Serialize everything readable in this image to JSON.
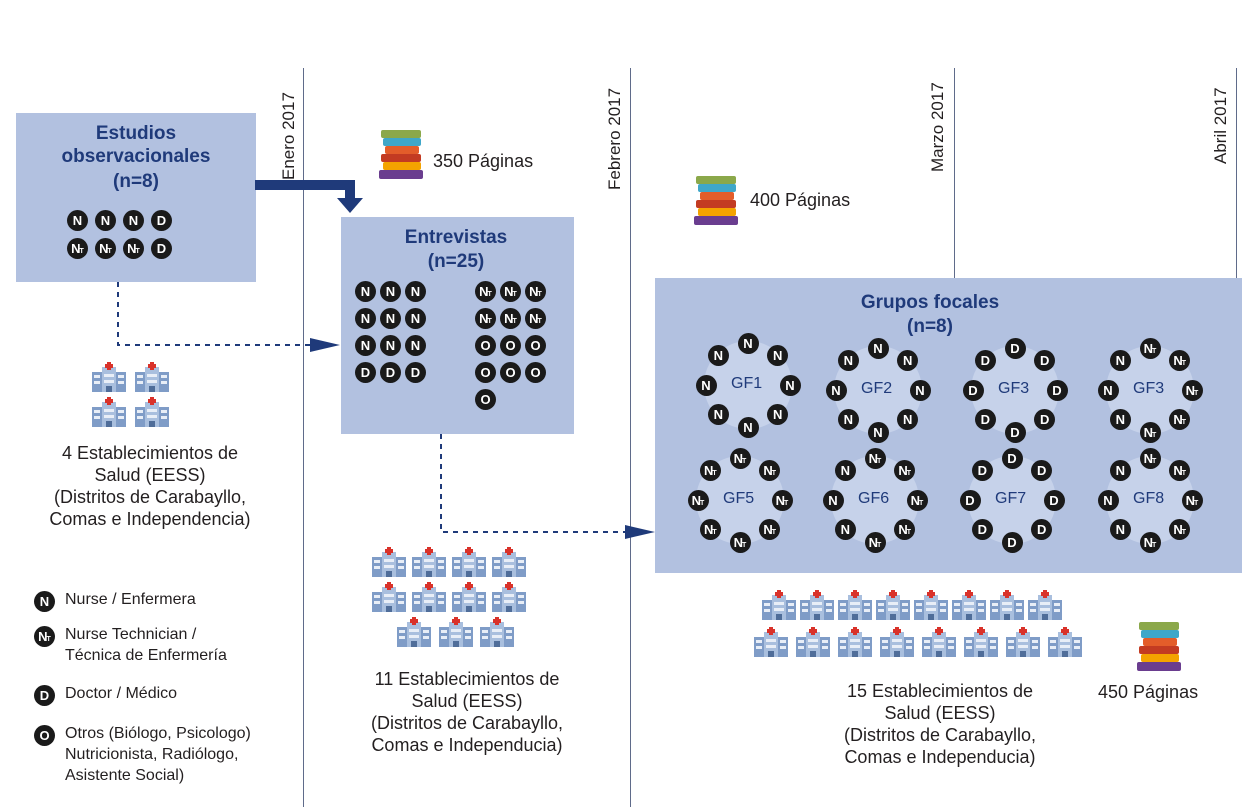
{
  "months": [
    "Enero 2017",
    "Febrero 2017",
    "Marzo 2017",
    "Abril 2017"
  ],
  "observational": {
    "title": "Estudios observacionales",
    "n": "(n=8)",
    "participants": [
      "N",
      "N",
      "N",
      "D",
      "NT",
      "NT",
      "NT",
      "D"
    ]
  },
  "interviews": {
    "title": "Entrevistas",
    "n": "(n=25)",
    "left_grid": [
      "N",
      "N",
      "N",
      "N",
      "N",
      "N",
      "N",
      "N",
      "N",
      "D",
      "D",
      "D"
    ],
    "right_grid": [
      "NT",
      "NT",
      "NT",
      "NT",
      "NT",
      "NT",
      "O",
      "O",
      "O",
      "O",
      "O",
      "O",
      "O"
    ]
  },
  "focus": {
    "title": "Grupos focales",
    "n": "(n=8)",
    "groups": [
      {
        "label": "GF1",
        "members": [
          "N",
          "N",
          "N",
          "N",
          "N",
          "N",
          "N",
          "N"
        ]
      },
      {
        "label": "GF2",
        "members": [
          "N",
          "N",
          "N",
          "N",
          "N",
          "N",
          "N",
          "N"
        ]
      },
      {
        "label": "GF3",
        "members": [
          "D",
          "D",
          "D",
          "D",
          "D",
          "D",
          "D",
          "D"
        ]
      },
      {
        "label": "GF3",
        "members": [
          "N",
          "NT",
          "NT",
          "NT",
          "NT",
          "NT",
          "N",
          "N"
        ]
      },
      {
        "label": "GF5",
        "members": [
          "NT",
          "NT",
          "NT",
          "NT",
          "NT",
          "NT",
          "NT",
          "NT"
        ]
      },
      {
        "label": "GF6",
        "members": [
          "N",
          "NT",
          "NT",
          "NT",
          "NT",
          "NT",
          "N",
          "N"
        ]
      },
      {
        "label": "GF7",
        "members": [
          "D",
          "D",
          "D",
          "D",
          "D",
          "D",
          "D",
          "D"
        ]
      },
      {
        "label": "GF8",
        "members": [
          "N",
          "NT",
          "NT",
          "NT",
          "NT",
          "NT",
          "N",
          "N"
        ]
      }
    ]
  },
  "pages": {
    "p350": "350 Páginas",
    "p400": "400 Páginas",
    "p450": "450 Páginas"
  },
  "facilities": {
    "f4": [
      "4 Establecimientos de",
      "Salud (EESS)",
      "(Distritos de Carabayllo,",
      "Comas e Independencia)"
    ],
    "f11": [
      "11 Establecimientos de",
      "Salud (EESS)",
      "(Distritos de Carabayllo,",
      "Comas e Independucia)"
    ],
    "f15": [
      "15 Establecimientos de",
      "Salud (EESS)",
      "(Distritos de Carabayllo,",
      "Comas e Independucia)"
    ]
  },
  "legend": [
    {
      "symbol": "N",
      "lines": [
        "Nurse / Enfermera"
      ]
    },
    {
      "symbol": "NT",
      "lines": [
        "Nurse Technician /",
        "Técnica de Enfermería"
      ]
    },
    {
      "symbol": "D",
      "lines": [
        "Doctor / Médico"
      ]
    },
    {
      "symbol": "O",
      "lines": [
        "Otros (Biólogo, Psicologo)",
        "Nutricionista, Radiólogo,",
        "Asistente Social)"
      ]
    }
  ],
  "colors": {
    "box": "#b2c1e0",
    "title": "#1f3a7a",
    "arrow": "#1f3a7a",
    "circle": "#1a1a1a"
  }
}
